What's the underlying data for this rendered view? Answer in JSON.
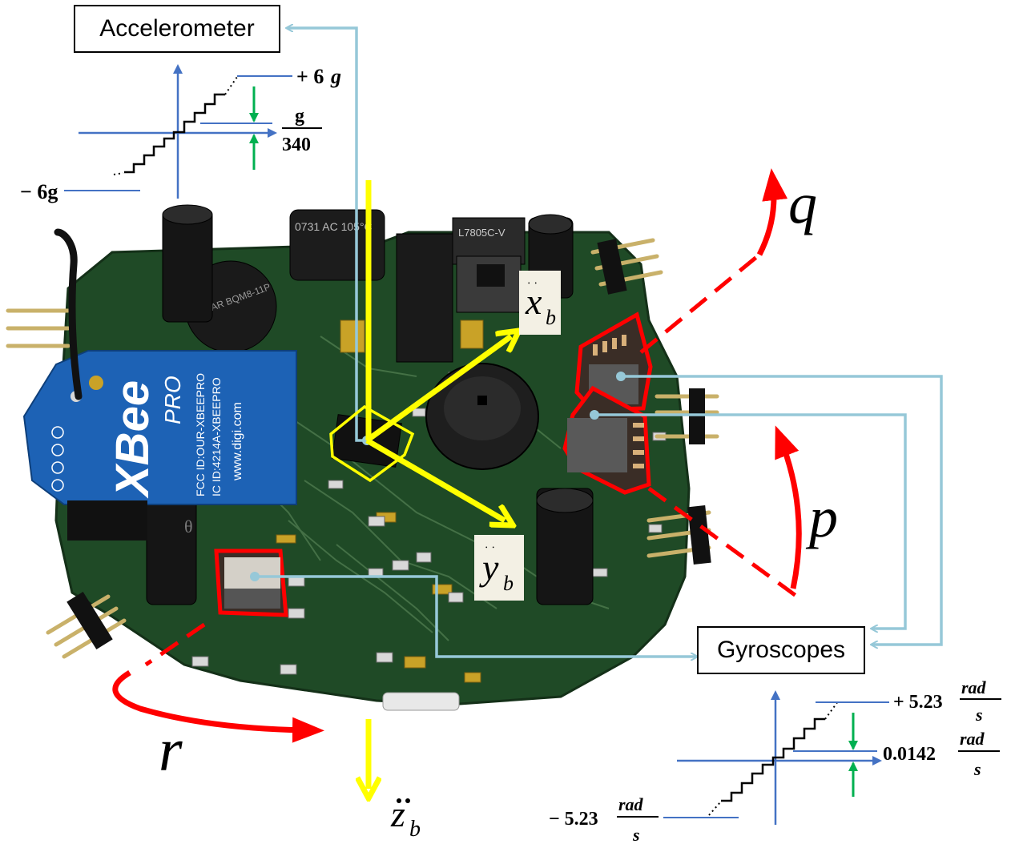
{
  "accelerometer_box": {
    "label": "Accelerometer"
  },
  "gyroscopes_box": {
    "label": "Gyroscopes"
  },
  "accel_scale": {
    "max": "+ 6",
    "max_unit": "g",
    "min": "− 6g",
    "res_num": "g",
    "res_den": "340"
  },
  "gyro_scale": {
    "max": "+ 5.23",
    "min": "− 5.23",
    "res": "0.0142",
    "unit_num": "rad",
    "unit_den": "s"
  },
  "axes": {
    "x": {
      "sym": "x",
      "sub": "b"
    },
    "y": {
      "sym": "y",
      "sub": "b"
    },
    "z": {
      "sym": "z",
      "sub": "b"
    }
  },
  "rotations": {
    "p": "p",
    "q": "q",
    "r": "r"
  },
  "board": {
    "xbee_brand": "XBee",
    "xbee_model": "PRO",
    "xbee_fcc": "FCC ID:OUR-XBEEPRO",
    "xbee_ic": "IC ID:4214A-XBEEPRO",
    "xbee_url": "www.digi.com",
    "buzzer_text": "STAR BQM8-11P",
    "cap_text": "0731 AC 105°C",
    "reg_text": "L7805C-V",
    "theta": "θ"
  },
  "colors": {
    "link_line": "#96c8d8",
    "axis_arrow": "#ffff00",
    "rotation": "#ff0000",
    "scale_axis": "#4472c4",
    "res_arrow": "#00b050",
    "pcb": "#1f4a26"
  }
}
